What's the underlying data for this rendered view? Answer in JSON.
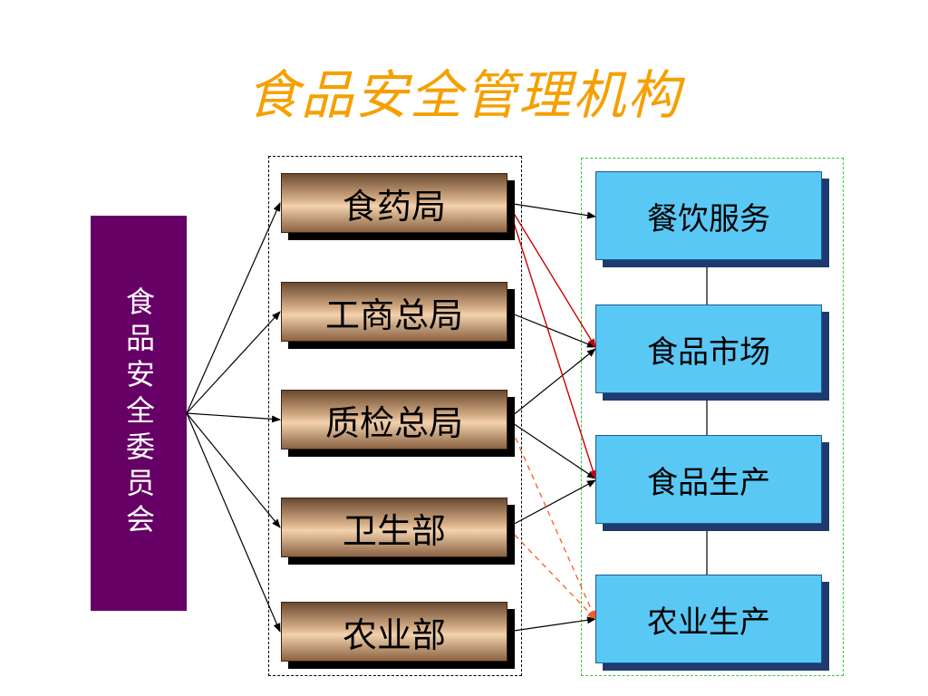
{
  "title": "食品安全管理机构",
  "committee": "食品安全委员会",
  "departments": [
    "食药局",
    "工商总局",
    "质检总局",
    "卫生部",
    "农业部"
  ],
  "sectors": [
    "餐饮服务",
    "食品市场",
    "食品生产",
    "农业生产"
  ],
  "colors": {
    "title": "#f5a000",
    "committee": "#660066",
    "department": "#d9b18a",
    "sector": "#5ac8f5",
    "primary_link": "#cc0000",
    "secondary_link": "#ff5a1f",
    "sector_frame": "#33cc33"
  }
}
